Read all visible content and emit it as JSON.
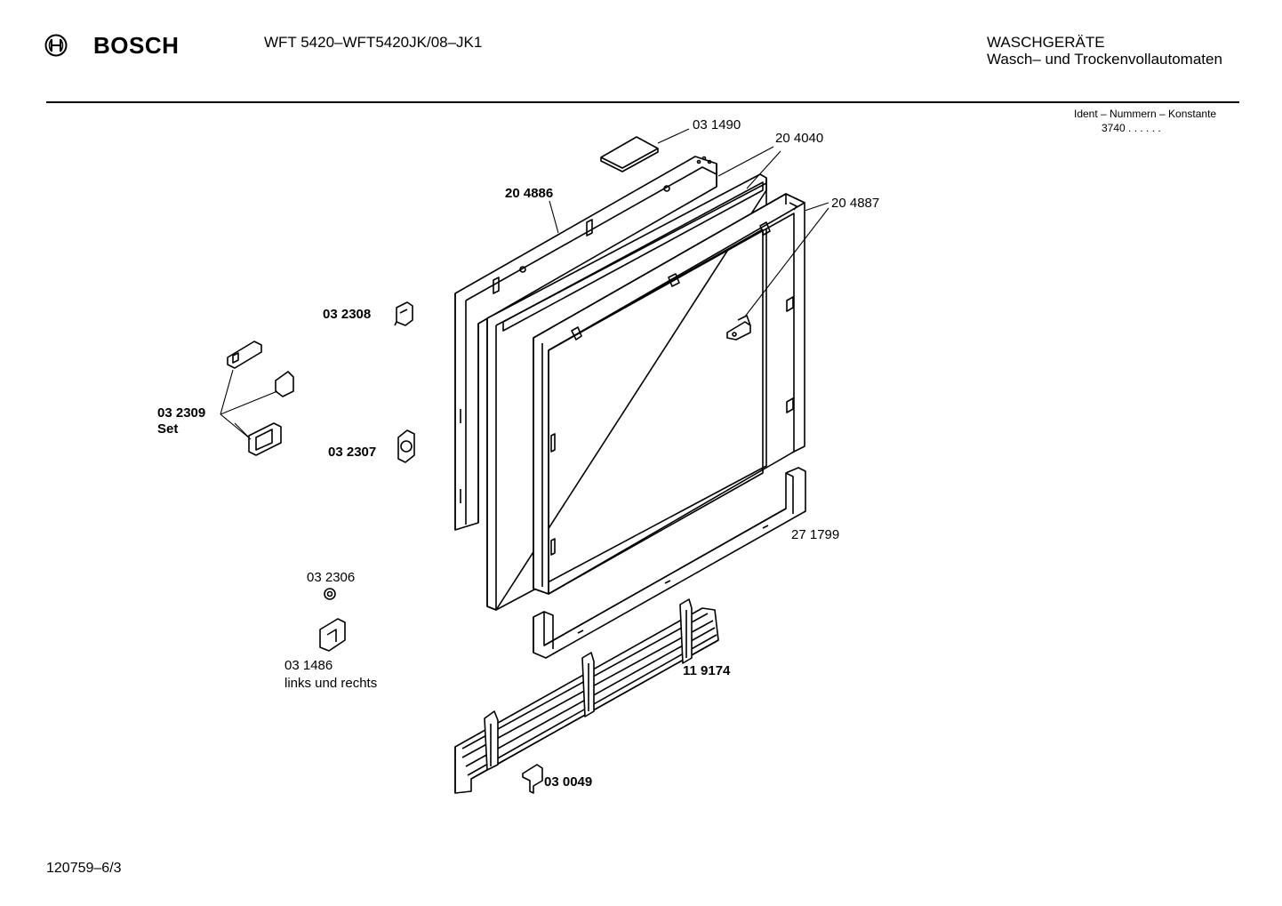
{
  "header": {
    "brand": "BOSCH",
    "model": "WFT 5420–WFT5420JK/08–JK1",
    "category_line1": "WASCHGERÄTE",
    "category_line2": "Wasch– und Trockenvollautomaten",
    "ident_label": "Ident – Nummern – Konstante",
    "ident_value": "3740  .  .    .  .  .  ."
  },
  "parts": {
    "p031490": "03 1490",
    "p204040": "20 4040",
    "p204886": "20 4886",
    "p204887": "20 4887",
    "p032308": "03 2308",
    "p032309": "03 2309",
    "p032309_set": "Set",
    "p032307": "03 2307",
    "p271799": "27 1799",
    "p032306": "03 2306",
    "p031486": "03 1486",
    "p031486_note": "links und rechts",
    "p119174": "11 9174",
    "p030049": "03 0049"
  },
  "footer": {
    "drawing_id": "120759–6/3"
  }
}
